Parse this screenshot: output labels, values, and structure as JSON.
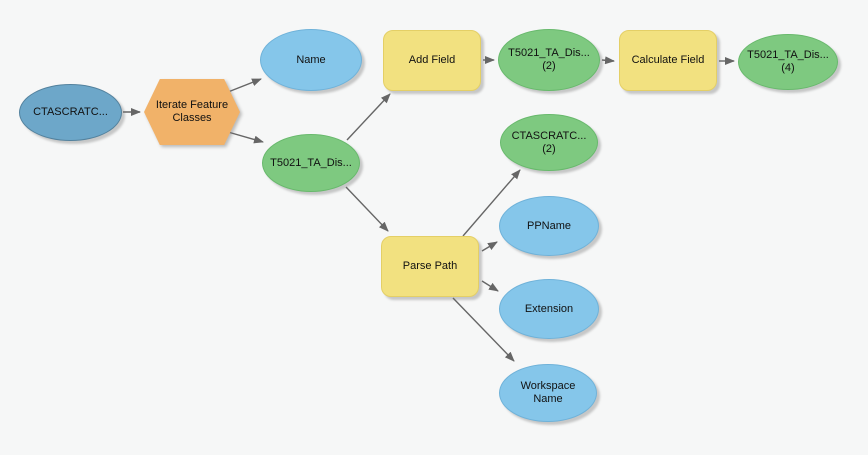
{
  "diagram": {
    "kind": "geoprocessing-model",
    "colors": {
      "background": "#f6f7f7",
      "data_variable_fill": "#6da7c9",
      "data_variable_border": "#53829e",
      "derived_value_fill": "#85c6ea",
      "derived_value_border": "#6fb2d9",
      "derived_data_fill": "#7ec980",
      "derived_data_border": "#68b96c",
      "tool_fill": "#f2e180",
      "tool_border": "#e4cf66",
      "iterator_fill": "#f1b269",
      "connector": "#666666"
    },
    "nodes": [
      {
        "id": "ctascratc-input",
        "kind": "data-variable",
        "shape": "ellipse",
        "label": "CTASCRATC..."
      },
      {
        "id": "iterate-feature-classes",
        "kind": "iterator",
        "shape": "hexagon",
        "label": "Iterate Feature\nClasses"
      },
      {
        "id": "name-output",
        "kind": "derived-value",
        "shape": "ellipse",
        "label": "Name"
      },
      {
        "id": "t5021-ta-dis",
        "kind": "derived-data",
        "shape": "ellipse",
        "label": "T5021_TA_Dis..."
      },
      {
        "id": "add-field",
        "kind": "tool",
        "shape": "rectangle",
        "label": "Add Field"
      },
      {
        "id": "t5021-ta-dis-2",
        "kind": "derived-data",
        "shape": "ellipse",
        "label": "T5021_TA_Dis...\n(2)"
      },
      {
        "id": "calculate-field",
        "kind": "tool",
        "shape": "rectangle",
        "label": "Calculate Field"
      },
      {
        "id": "t5021-ta-dis-4",
        "kind": "derived-data",
        "shape": "ellipse",
        "label": "T5021_TA_Dis...\n(4)"
      },
      {
        "id": "ctascratc-2",
        "kind": "derived-data",
        "shape": "ellipse",
        "label": "CTASCRATC...\n(2)"
      },
      {
        "id": "parse-path",
        "kind": "tool",
        "shape": "rectangle",
        "label": "Parse Path"
      },
      {
        "id": "ppname",
        "kind": "derived-value",
        "shape": "ellipse",
        "label": "PPName"
      },
      {
        "id": "extension",
        "kind": "derived-value",
        "shape": "ellipse",
        "label": "Extension"
      },
      {
        "id": "workspace-name",
        "kind": "derived-value",
        "shape": "ellipse",
        "label": "Workspace\nName"
      }
    ],
    "edges": [
      {
        "from": "ctascratc-input",
        "to": "iterate-feature-classes"
      },
      {
        "from": "iterate-feature-classes",
        "to": "name-output"
      },
      {
        "from": "iterate-feature-classes",
        "to": "t5021-ta-dis"
      },
      {
        "from": "t5021-ta-dis",
        "to": "add-field"
      },
      {
        "from": "add-field",
        "to": "t5021-ta-dis-2"
      },
      {
        "from": "t5021-ta-dis-2",
        "to": "calculate-field"
      },
      {
        "from": "calculate-field",
        "to": "t5021-ta-dis-4"
      },
      {
        "from": "t5021-ta-dis",
        "to": "parse-path"
      },
      {
        "from": "parse-path",
        "to": "ctascratc-2"
      },
      {
        "from": "parse-path",
        "to": "ppname"
      },
      {
        "from": "parse-path",
        "to": "extension"
      },
      {
        "from": "parse-path",
        "to": "workspace-name"
      }
    ]
  }
}
